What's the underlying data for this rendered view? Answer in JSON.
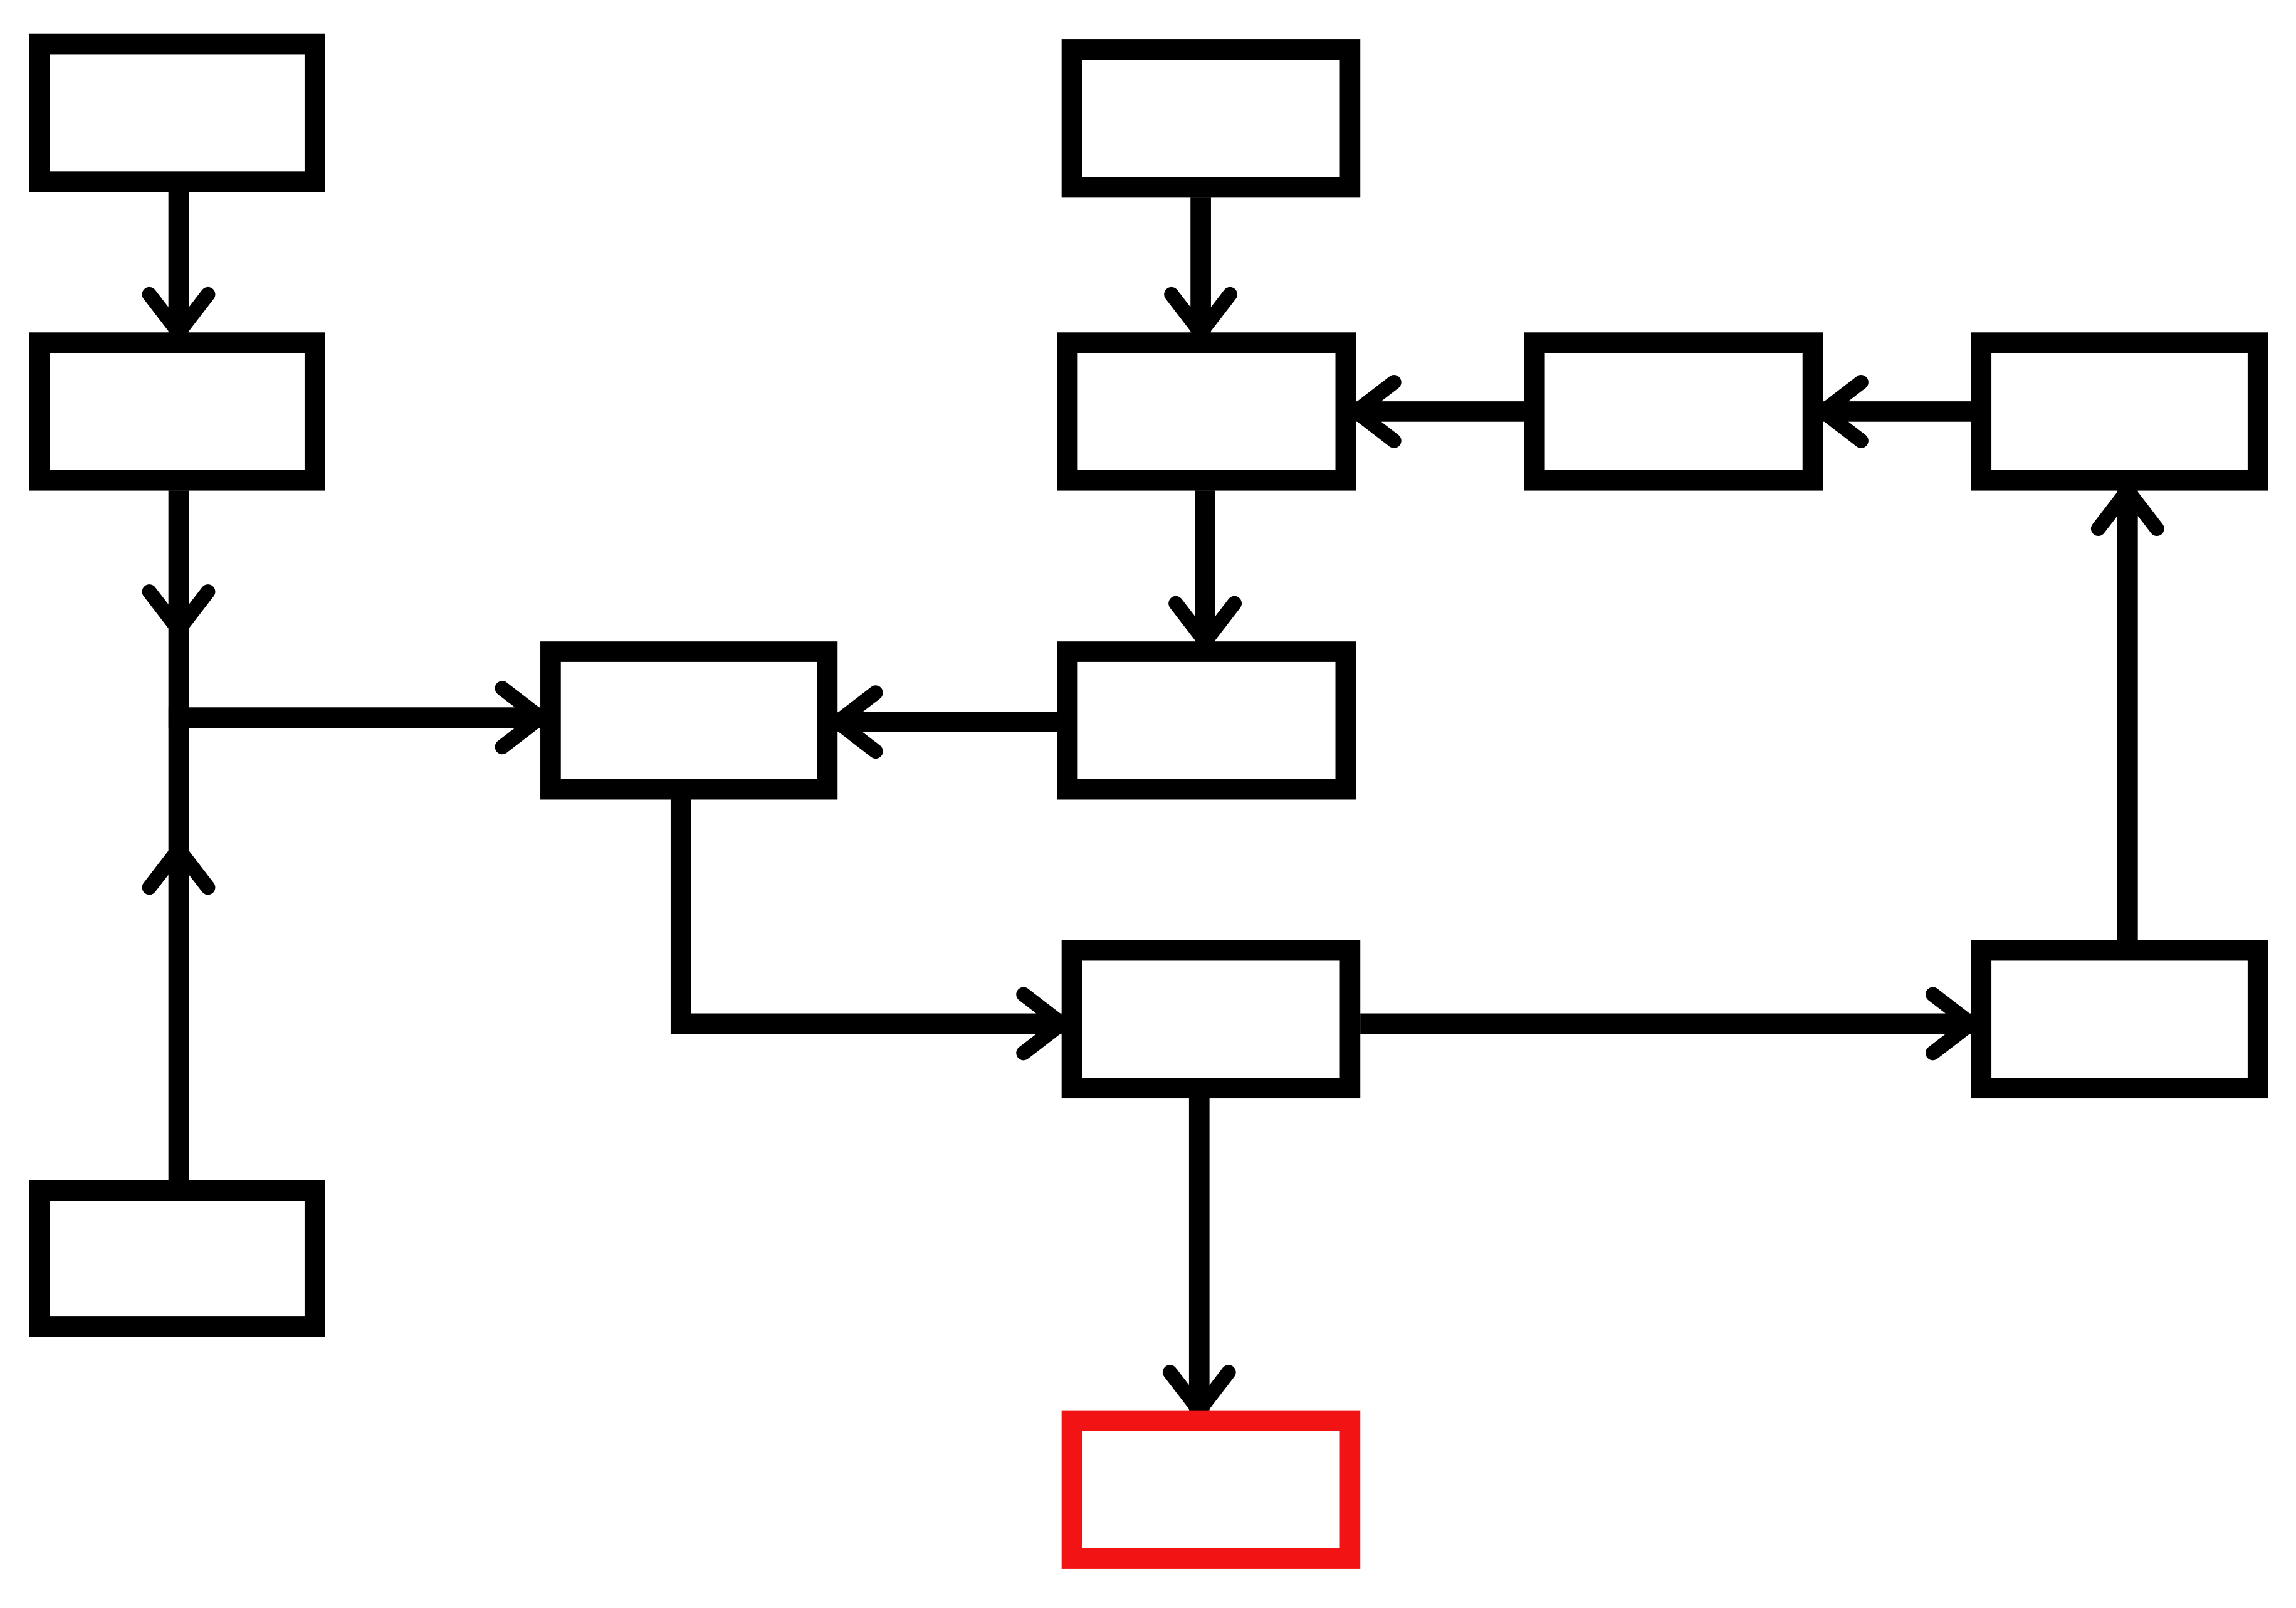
{
  "diagram": {
    "type": "flowchart",
    "node_labels_visible": false,
    "colors": {
      "default": "#000000",
      "highlight": "#f21414",
      "background": "#ffffff"
    },
    "nodes": [
      {
        "id": "n1",
        "highlighted": false
      },
      {
        "id": "n2",
        "highlighted": false
      },
      {
        "id": "n3",
        "highlighted": false
      },
      {
        "id": "n4",
        "highlighted": false
      },
      {
        "id": "n5",
        "highlighted": false
      },
      {
        "id": "n6",
        "highlighted": false
      },
      {
        "id": "n7",
        "highlighted": false
      },
      {
        "id": "n8",
        "highlighted": false
      },
      {
        "id": "n9",
        "highlighted": false
      },
      {
        "id": "n10",
        "highlighted": false
      },
      {
        "id": "n11",
        "highlighted": false
      },
      {
        "id": "n12",
        "highlighted": true
      }
    ],
    "edges": [
      {
        "from": "n1",
        "to": "n2"
      },
      {
        "from": "n2",
        "to": "n8"
      },
      {
        "from": "n3",
        "to": "n8"
      },
      {
        "from": "n9",
        "to": "n8"
      },
      {
        "from": "n4",
        "to": "n5"
      },
      {
        "from": "n6",
        "to": "n5"
      },
      {
        "from": "n7",
        "to": "n6"
      },
      {
        "from": "n5",
        "to": "n9"
      },
      {
        "from": "n8",
        "to": "n10"
      },
      {
        "from": "n10",
        "to": "n11"
      },
      {
        "from": "n11",
        "to": "n7"
      },
      {
        "from": "n10",
        "to": "n12"
      }
    ]
  }
}
